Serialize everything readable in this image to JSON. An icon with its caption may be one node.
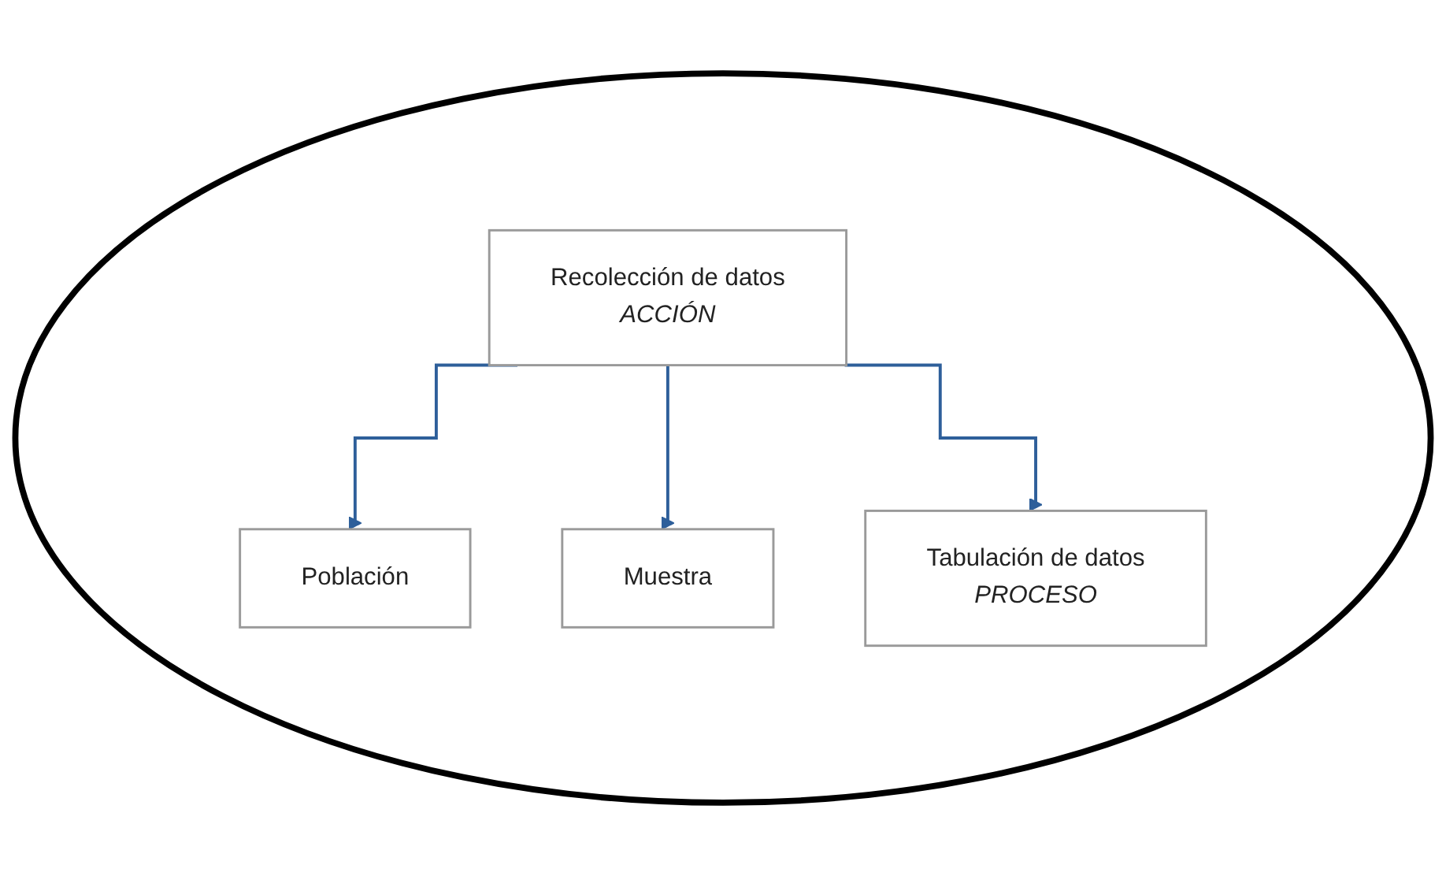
{
  "diagram": {
    "nodes": [
      {
        "text": [],
        "shape": "ellipse"
      },
      {
        "text": [
          "Población"
        ],
        "in": 0
      },
      {
        "text": [
          "Muestra"
        ],
        "in": 0
      },
      {
        "text": [
          "Recolección de datos",
          "ACCIÓN"
        ],
        "in": 0
      },
      {
        "text": [
          "Tabulación de datos",
          "PROCESO"
        ],
        "in": 0
      }
    ],
    "edges": [
      {
        "from": 3,
        "to": 1,
        "arrow": "to",
        "color": "#2e5f9a"
      },
      {
        "from": 3,
        "to": 2,
        "arrow": "to",
        "color": "#2e5f9a"
      },
      {
        "from": 3,
        "to": 4,
        "arrow": "to",
        "color": "#2e5f9a"
      }
    ]
  }
}
